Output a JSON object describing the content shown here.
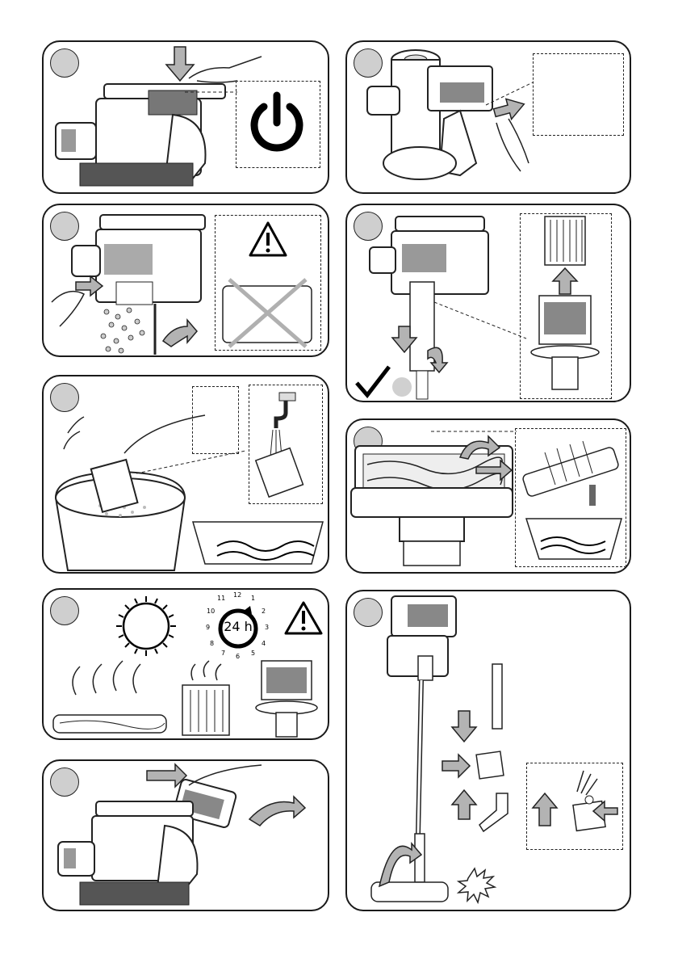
{
  "panels": [
    {
      "id": "power-on"
    },
    {
      "id": "button-press-side"
    },
    {
      "id": "empty-dust-bin"
    },
    {
      "id": "remove-filter"
    },
    {
      "id": "wash-filter"
    },
    {
      "id": "brush-roll-clean"
    },
    {
      "id": "dry-24h"
    },
    {
      "id": "attach-accessories"
    },
    {
      "id": "insert-battery"
    }
  ],
  "clock": {
    "center_label": "24 h",
    "numbers": [
      "12",
      "1",
      "2",
      "3",
      "4",
      "5",
      "6",
      "7",
      "8",
      "9",
      "10",
      "11"
    ]
  },
  "colors": {
    "arrow_fill": "#b3b3b3",
    "outline": "#1a1a1a",
    "cross": "#b0b0b0",
    "step_circle": "#cfcfcf"
  },
  "icons": [
    "power-icon",
    "warning-icon",
    "checkmark-icon",
    "sun-icon",
    "clock-icon",
    "faucet-icon",
    "trash-bin-icon"
  ]
}
